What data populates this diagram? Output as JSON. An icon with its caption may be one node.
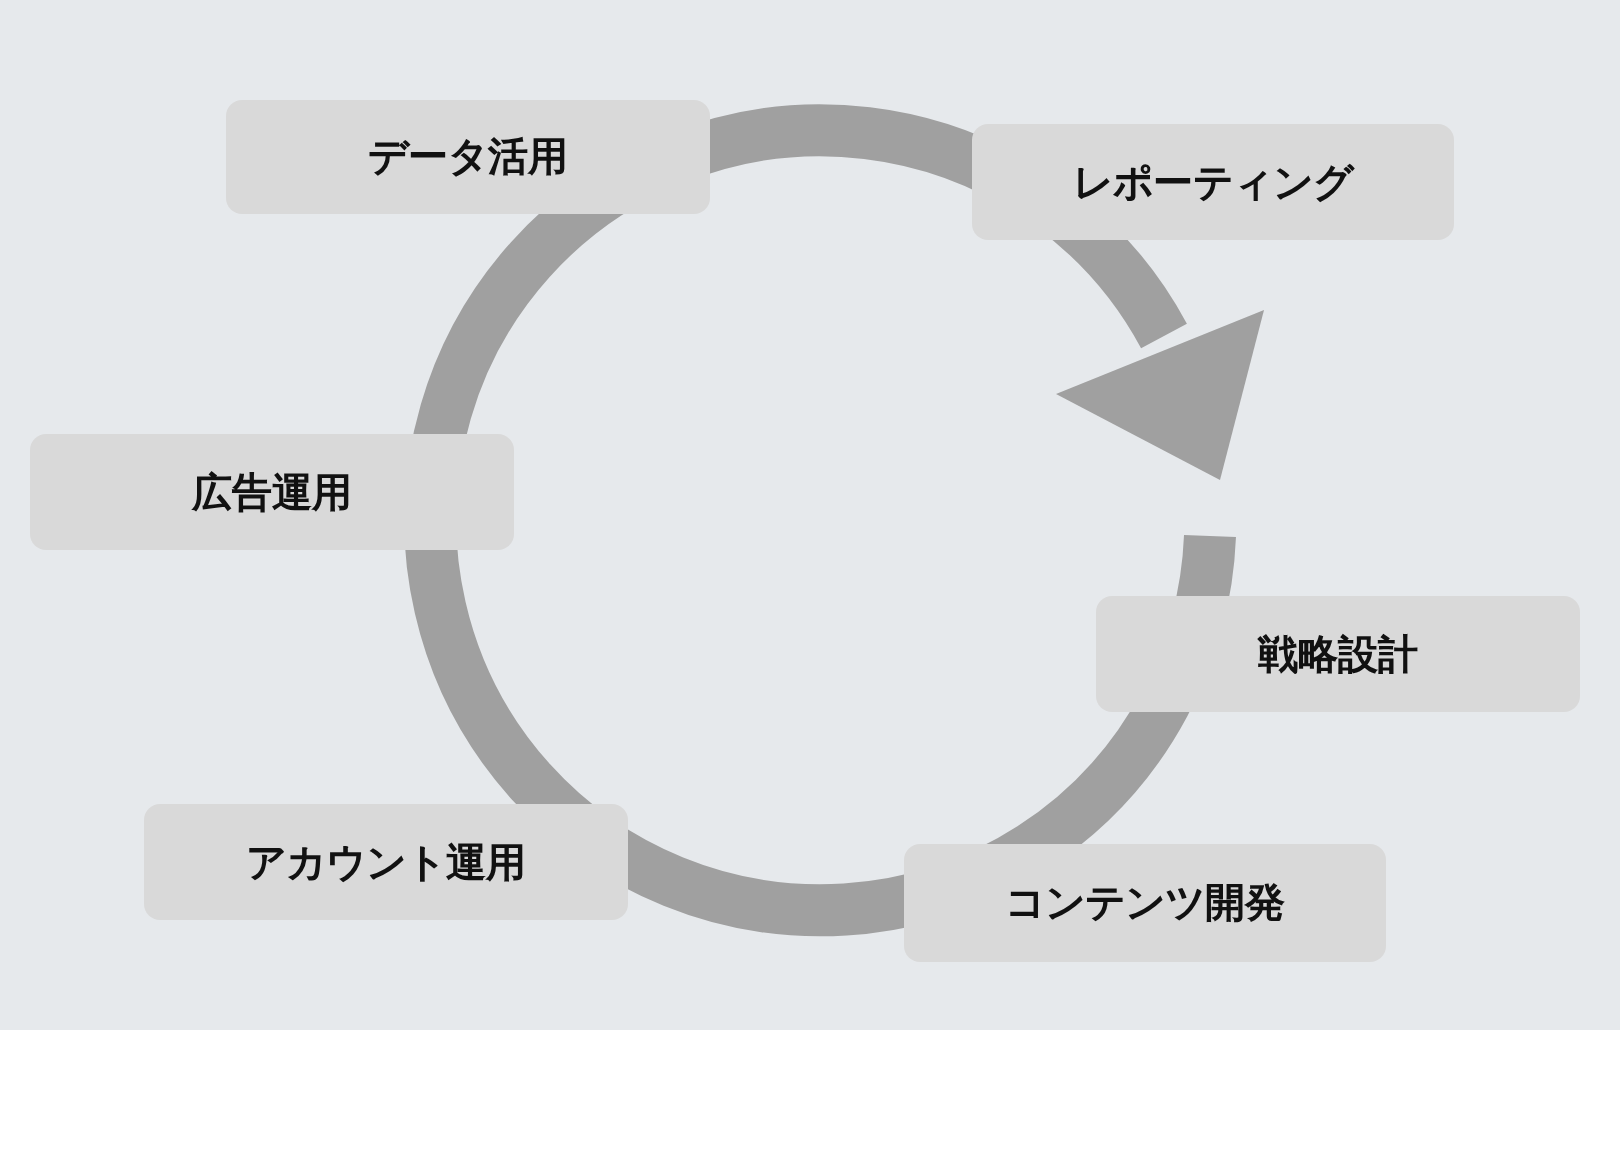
{
  "diagram": {
    "nodes": [
      {
        "text": [
          "データ活用"
        ]
      },
      {
        "text": [
          "レポーティング"
        ]
      },
      {
        "text": [
          "戦略設計"
        ]
      },
      {
        "text": [
          "コンテンツ開発"
        ]
      },
      {
        "text": [
          "アカウント運用"
        ]
      },
      {
        "text": [
          "広告運用"
        ]
      }
    ]
  }
}
